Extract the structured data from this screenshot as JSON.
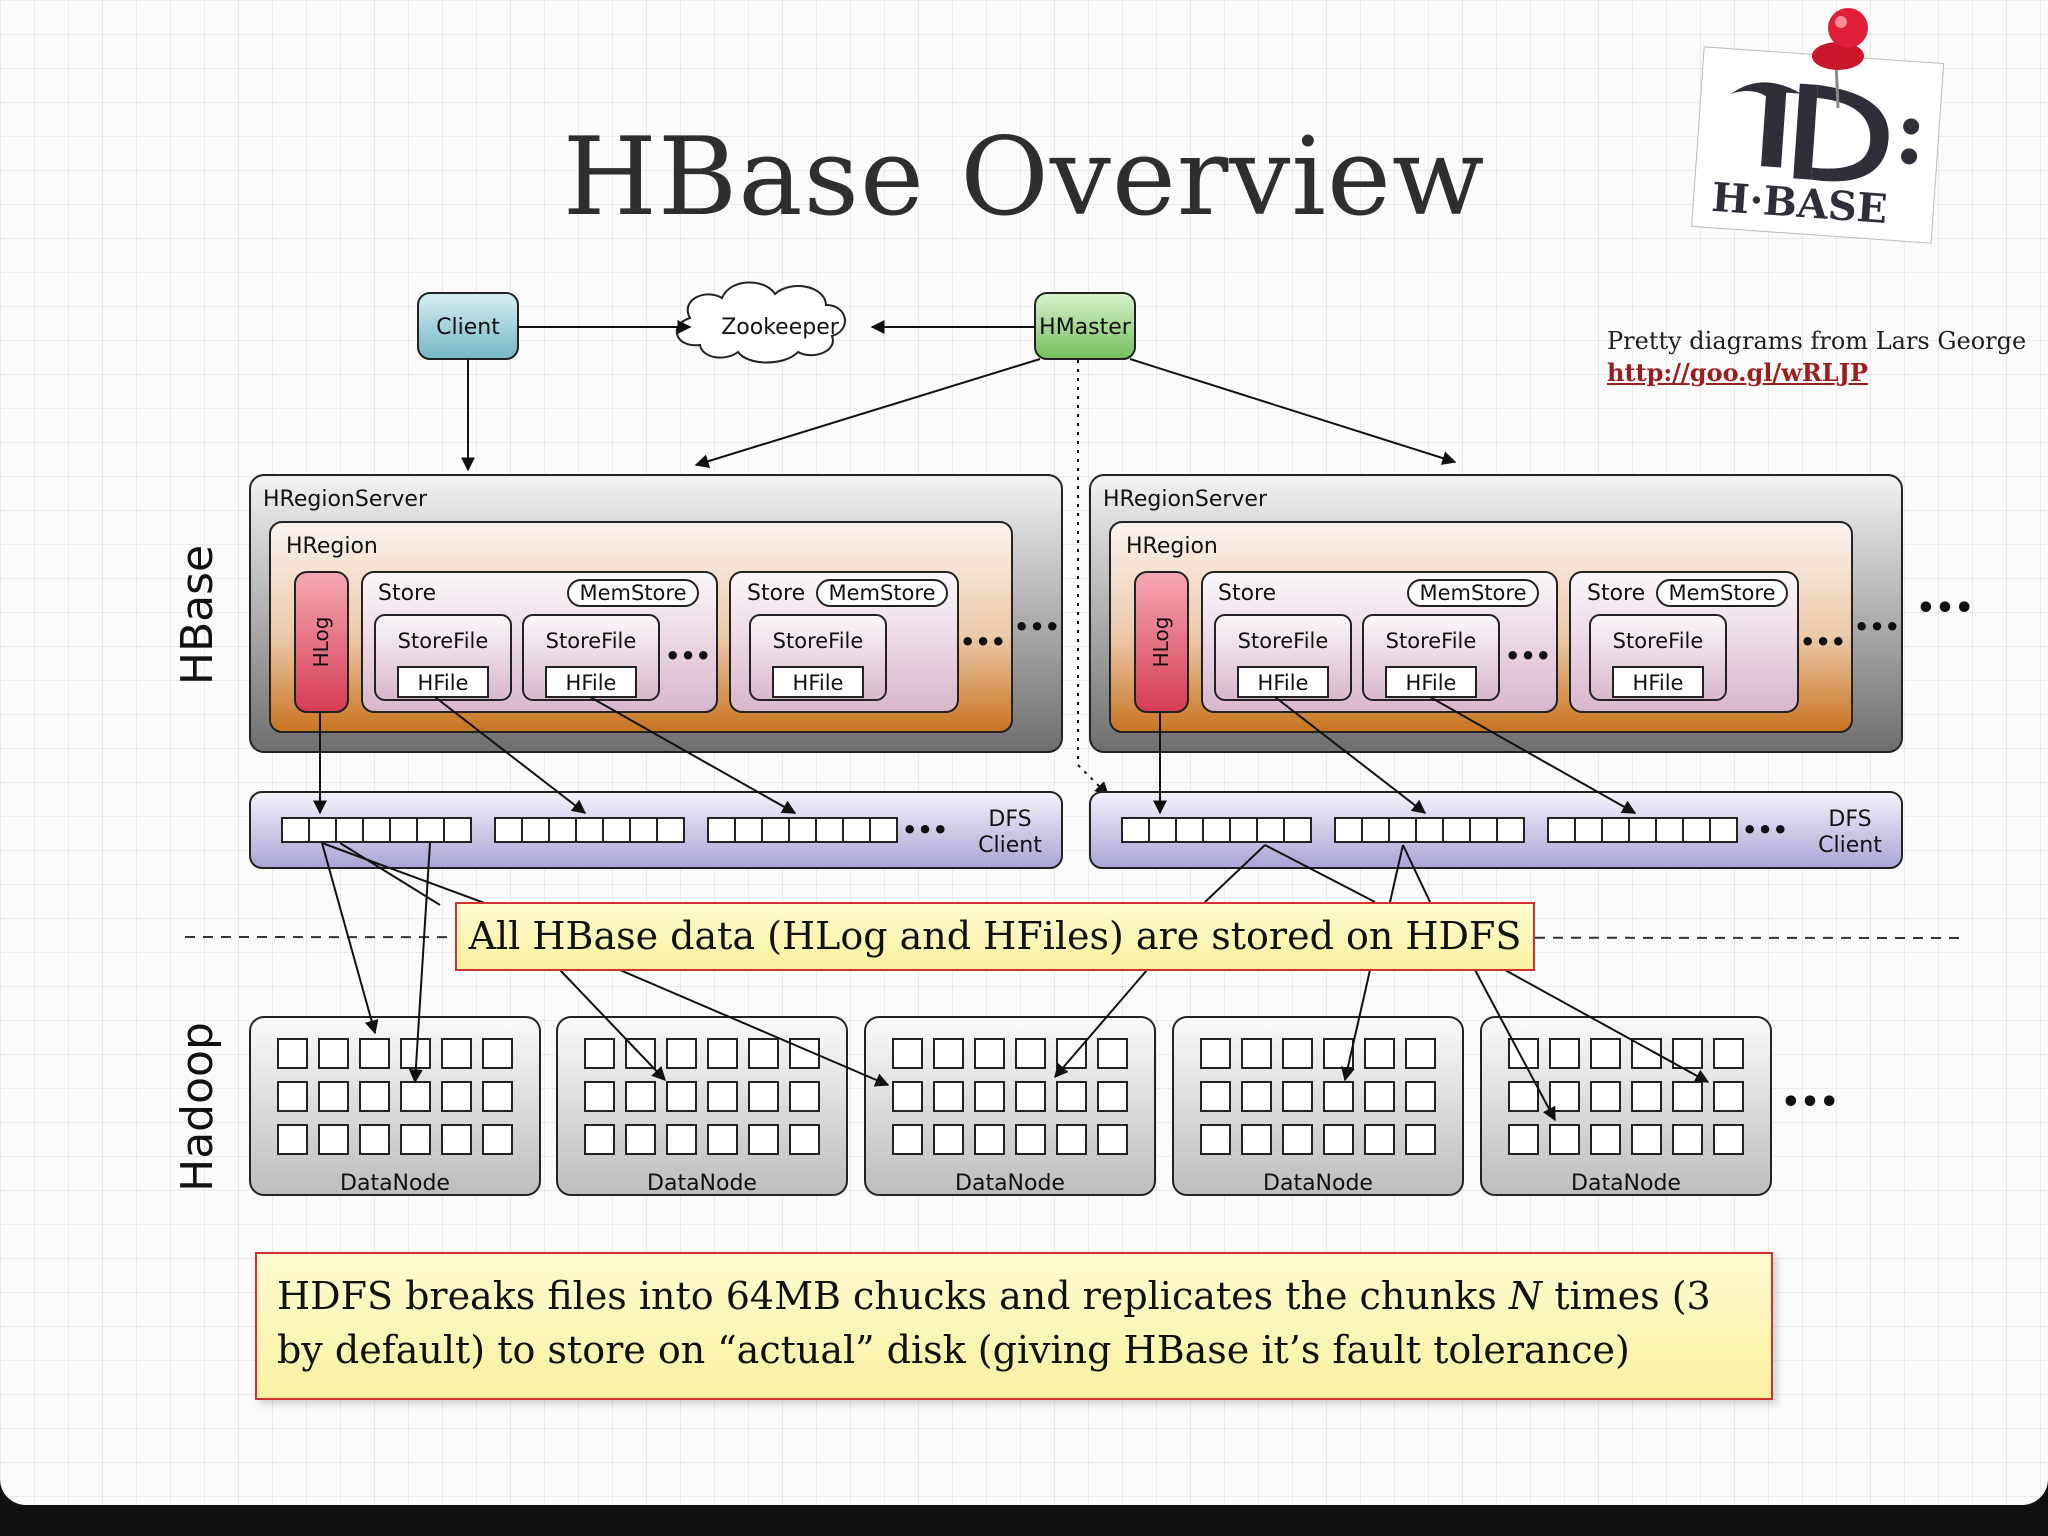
{
  "slide": {
    "title": "HBase Overview",
    "credit_text": "Pretty diagrams from Lars George",
    "credit_link": "http://goo.gl/wRLJP",
    "logo_text": "H·BASE",
    "mid_callout": "All HBase data (HLog and HFiles) are stored on HDFS",
    "bottom_callout_part1": "HDFS breaks files into 64MB chucks and replicates the chunks ",
    "bottom_callout_italic": "N",
    "bottom_callout_part2": " times (3 by default) to store on “actual” disk (giving HBase it’s fault tolerance)"
  },
  "diagram": {
    "client": "Client",
    "zookeeper": "Zookeeper",
    "hmaster": "HMaster",
    "hbase_label": "HBase",
    "hadoop_label": "Hadoop",
    "region_server": "HRegionServer",
    "region": "HRegion",
    "hlog": "HLog",
    "store": "Store",
    "memstore": "MemStore",
    "storefile": "StoreFile",
    "hfile": "HFile",
    "ellipsis": "•••",
    "dfs_client_line1": "DFS",
    "dfs_client_line2": "Client",
    "datanode": "DataNode",
    "colors": {
      "client_fill": "#9fd0da",
      "hmaster_fill": "#9ed68a",
      "server_fill": "#c8c8c8",
      "region_fill": "#d98a3a",
      "store_fill": "#e7d3e0",
      "hlog_fill": "#e0556a",
      "dfs_fill": "#c5c2e6",
      "datanode_fill": "#dcdcdc",
      "callout_border": "#d33030",
      "callout_fill": "#fbf6bc"
    }
  }
}
